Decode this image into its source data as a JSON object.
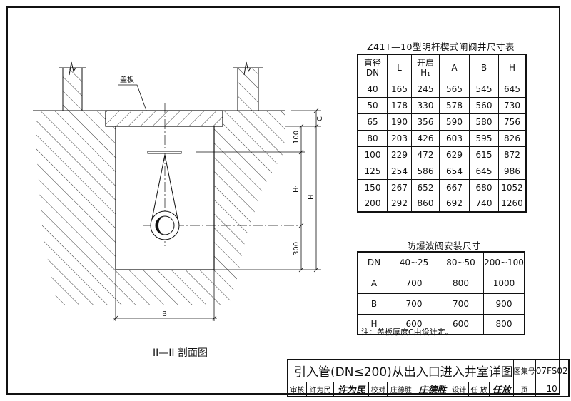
{
  "drawing": {
    "cover_label": "盖板",
    "dim_c": "C",
    "dim_100": "100",
    "dim_h1": "H₁",
    "dim_h": "H",
    "dim_300": "300",
    "dim_b": "B",
    "caption": "II—II 剖面图"
  },
  "table1": {
    "title": "Z41T—10型明杆楔式闸阀井尺寸表",
    "headers": [
      "直径 DN",
      "L",
      "开启 H₁",
      "A",
      "B",
      "H"
    ],
    "rows": [
      [
        "40",
        "165",
        "245",
        "565",
        "545",
        "645"
      ],
      [
        "50",
        "178",
        "330",
        "578",
        "560",
        "730"
      ],
      [
        "65",
        "190",
        "356",
        "590",
        "580",
        "756"
      ],
      [
        "80",
        "203",
        "426",
        "603",
        "595",
        "826"
      ],
      [
        "100",
        "229",
        "472",
        "629",
        "615",
        "872"
      ],
      [
        "125",
        "254",
        "586",
        "654",
        "645",
        "986"
      ],
      [
        "150",
        "267",
        "652",
        "667",
        "680",
        "1052"
      ],
      [
        "200",
        "292",
        "860",
        "692",
        "740",
        "1260"
      ]
    ]
  },
  "table2": {
    "title": "防爆波阀安装尺寸",
    "headers": [
      "DN",
      "40~25",
      "80~50",
      "200~100"
    ],
    "rows": [
      [
        "A",
        "700",
        "800",
        "1000"
      ],
      [
        "B",
        "700",
        "700",
        "900"
      ],
      [
        "H",
        "600",
        "600",
        "800"
      ]
    ]
  },
  "note": "注：盖板厚度C由设计定。",
  "title_block": {
    "title": "引入管(DN≤200)从出入口进入井室详图",
    "atlas_label": "图集号",
    "atlas_no": "07FS02",
    "review_label": "审核",
    "reviewer": "许为民",
    "reviewer_sig": "许为民",
    "check_label": "校对",
    "checker": "庄德胜",
    "checker_sig": "庄德胜",
    "design_label": "设计",
    "designer": "任 放",
    "designer_sig": "任放",
    "page_label": "页",
    "page_no": "10"
  }
}
